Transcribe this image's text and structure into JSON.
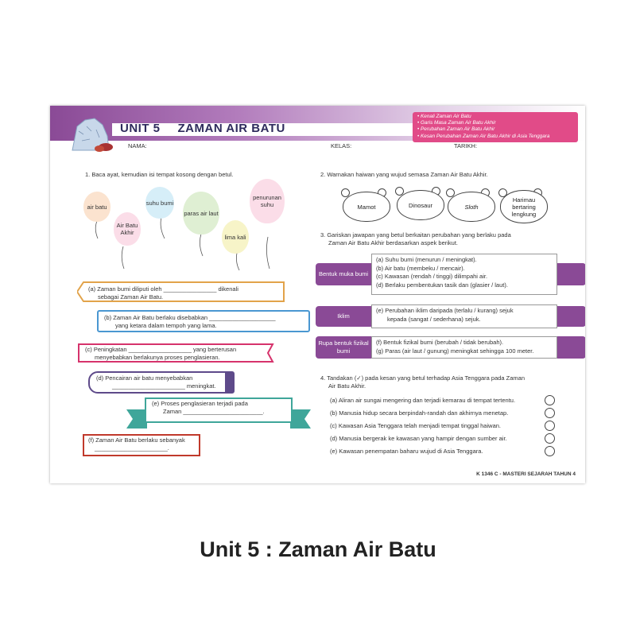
{
  "header": {
    "unit_label": "UNIT 5",
    "unit_title": "ZAMAN AIR BATU",
    "topics": [
      "• Kenali Zaman Air Batu",
      "• Garis Masa Zaman Air Batu Akhir",
      "• Perubahan Zaman Air Batu Akhir",
      "• Kesan Perubahan Zaman Air Batu Akhir di Asia Tenggara"
    ],
    "nama_label": "NAMA:",
    "kelas_label": "KELAS:",
    "tarikh_label": "TARIKH:"
  },
  "q1": {
    "instruction": "1. Baca ayat, kemudian isi tempat kosong dengan betul.",
    "balloons": [
      "air batu",
      "Air Batu Akhir",
      "suhu bumi",
      "paras air laut",
      "lima kali",
      "penurunan suhu"
    ],
    "sentences": {
      "a1": "(a) Zaman bumi diliputi oleh ________________ dikenali",
      "a2": "sebagai Zaman Air Batu.",
      "b1": "(b) Zaman Air Batu berlaku disebabkan ____________________",
      "b2": "yang ketara dalam tempoh yang lama.",
      "c1": "(c) Peningkatan ___________________ yang berterusan",
      "c2": "menyebabkan berlakunya proses penglasieran.",
      "d1": "(d) Pencairan air batu menyebabkan",
      "d2": "______________________ meningkat.",
      "e1": "(e) Proses penglasieran terjadi pada",
      "e2": "Zaman ________________________.",
      "f1": "(f) Zaman Air Batu berlaku sebanyak",
      "f2": "______________________."
    }
  },
  "q2": {
    "instruction": "2. Warnakan haiwan yang wujud semasa Zaman Air Batu Akhir.",
    "animals": [
      "Mamot",
      "Dinosaur",
      "Sloth",
      "Harimau bertaring lengkung"
    ]
  },
  "q3": {
    "instruction1": "3. Gariskan jawapan yang betul berkaitan perubahan yang berlaku pada",
    "instruction2": "Zaman Air Batu Akhir berdasarkan aspek berikut.",
    "aspects": [
      {
        "label": "Bentuk muka bumi",
        "lines": [
          "(a) Suhu bumi (menurun / meningkat).",
          "(b) Air batu (membeku / mencair).",
          "(c) Kawasan (rendah / tinggi) dilimpahi air.",
          "(d) Berlaku pembentukan tasik dan (glasier / laut)."
        ]
      },
      {
        "label": "Iklim",
        "lines": [
          "(e) Perubahan iklim daripada (terlalu / kurang) sejuk",
          "kepada (sangat / sederhana) sejuk."
        ]
      },
      {
        "label": "Rupa bentuk fizikal bumi",
        "lines": [
          "(f) Bentuk fizikal bumi (berubah / tidak berubah).",
          "(g) Paras (air laut / gunung) meningkat sehingga 100 meter."
        ]
      }
    ]
  },
  "q4": {
    "instruction1": "4. Tandakan (✓) pada kesan yang betul terhadap Asia Tenggara pada Zaman",
    "instruction2": "Air Batu Akhir.",
    "items": [
      "(a) Aliran air sungai mengering dan terjadi kemarau di tempat tertentu.",
      "(b) Manusia hidup secara berpindah-randah dan akhirnya menetap.",
      "(c) Kawasan Asia Tenggara telah menjadi tempat tinggal haiwan.",
      "(d) Manusia bergerak ke kawasan yang hampir dengan sumber air.",
      "(e) Kawasan penempatan baharu wujud di Asia Tenggara."
    ]
  },
  "footer": "K 1346 C - MASTERI SEJARAH TAHUN 4",
  "caption": "Unit 5 : Zaman Air Batu",
  "colors": {
    "purple": "#8a4a96",
    "pink": "#e14b88",
    "navy": "#2d2a5c"
  }
}
